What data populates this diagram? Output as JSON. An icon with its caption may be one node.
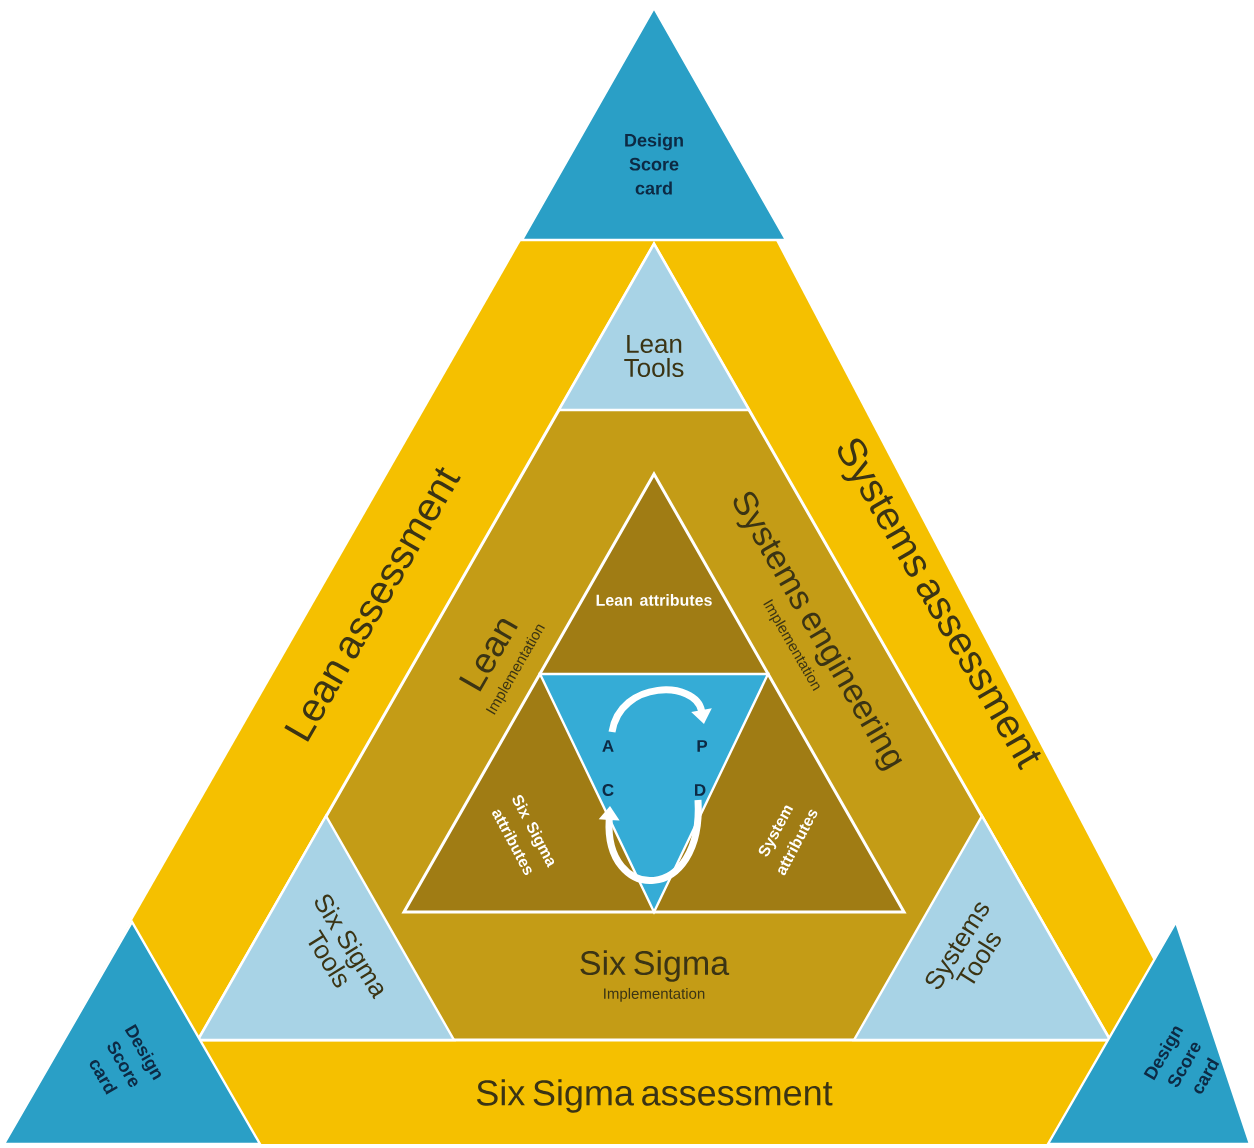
{
  "diagram": {
    "nodes": [
      {
        "text": [
          "Design Score card"
        ]
      },
      {
        "text": [
          "Lean Tools"
        ]
      },
      {
        "text": [
          "Lean assessment"
        ]
      },
      {
        "text": [
          "Systems assessment"
        ]
      },
      {
        "text": [
          "Lean",
          "Implementation"
        ]
      },
      {
        "text": [
          "Systems engineering",
          "Implementation"
        ]
      },
      {
        "text": [
          "Lean attributes"
        ]
      },
      {
        "text": [
          "A",
          "P",
          "C",
          "D"
        ]
      },
      {
        "text": [
          "Six Sigma attributes"
        ]
      },
      {
        "text": [
          "System attributes"
        ]
      },
      {
        "text": [
          "Six Sigma Tools"
        ]
      },
      {
        "text": [
          "Six Sigma",
          "Implementation"
        ]
      },
      {
        "text": [
          "Systems Tools"
        ]
      },
      {
        "text": [
          "Design Score card"
        ]
      },
      {
        "text": [
          "Six Sigma assessment"
        ]
      },
      {
        "text": [
          "Design Score card"
        ]
      }
    ]
  }
}
